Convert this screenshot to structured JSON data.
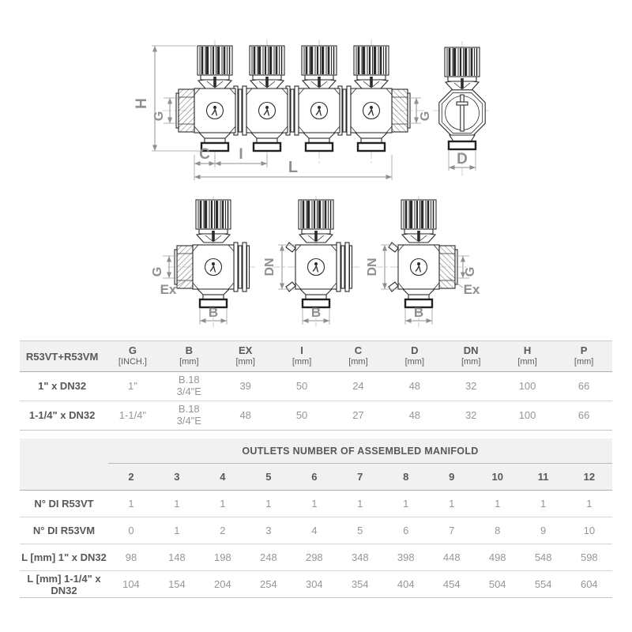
{
  "colors": {
    "header_bg": "#f1f1f2",
    "dark_text": "#57585a",
    "value_text": "#949699",
    "dimension_gray": "#8d8f92",
    "line_black": "#2b2b2b"
  },
  "drawing": {
    "labels": {
      "H": "H",
      "G": "G",
      "C": "C",
      "I": "I",
      "L": "L",
      "D": "D",
      "DN": "DN",
      "B": "B",
      "Ex": "Ex"
    }
  },
  "table1": {
    "product_header": "R53VT+R53VM",
    "columns": [
      {
        "name": "G",
        "unit": "[INCH.]"
      },
      {
        "name": "B",
        "unit": "[mm]"
      },
      {
        "name": "EX",
        "unit": "[mm]"
      },
      {
        "name": "I",
        "unit": "[mm]"
      },
      {
        "name": "C",
        "unit": "[mm]"
      },
      {
        "name": "D",
        "unit": "[mm]"
      },
      {
        "name": "DN",
        "unit": "[mm]"
      },
      {
        "name": "H",
        "unit": "[mm]"
      },
      {
        "name": "P",
        "unit": "[mm]"
      }
    ],
    "rows": [
      {
        "label": "1\" x DN32",
        "cells": [
          [
            "1\""
          ],
          [
            "B.18",
            "3/4\"E"
          ],
          [
            "39"
          ],
          [
            "50"
          ],
          [
            "24"
          ],
          [
            "48"
          ],
          [
            "32"
          ],
          [
            "100"
          ],
          [
            "66"
          ]
        ]
      },
      {
        "label": "1-1/4\" x DN32",
        "cells": [
          [
            "1-1/4\""
          ],
          [
            "B.18",
            "3/4\"E"
          ],
          [
            "48"
          ],
          [
            "50"
          ],
          [
            "27"
          ],
          [
            "48"
          ],
          [
            "32"
          ],
          [
            "100"
          ],
          [
            "66"
          ]
        ]
      }
    ]
  },
  "table2": {
    "title": "OUTLETS NUMBER OF ASSEMBLED MANIFOLD",
    "outlets": [
      "2",
      "3",
      "4",
      "5",
      "6",
      "7",
      "8",
      "9",
      "10",
      "11",
      "12"
    ],
    "rows": [
      {
        "label": "N° DI R53VT",
        "values": [
          "1",
          "1",
          "1",
          "1",
          "1",
          "1",
          "1",
          "1",
          "1",
          "1",
          "1"
        ]
      },
      {
        "label": "N° DI R53VM",
        "values": [
          "0",
          "1",
          "2",
          "3",
          "4",
          "5",
          "6",
          "7",
          "8",
          "9",
          "10"
        ]
      },
      {
        "label": "L [mm] 1\" x DN32",
        "values": [
          "98",
          "148",
          "198",
          "248",
          "298",
          "348",
          "398",
          "448",
          "498",
          "548",
          "598"
        ]
      },
      {
        "label": "L [mm] 1-1/4\" x DN32",
        "values": [
          "104",
          "154",
          "204",
          "254",
          "304",
          "354",
          "404",
          "454",
          "504",
          "554",
          "604"
        ]
      }
    ]
  }
}
